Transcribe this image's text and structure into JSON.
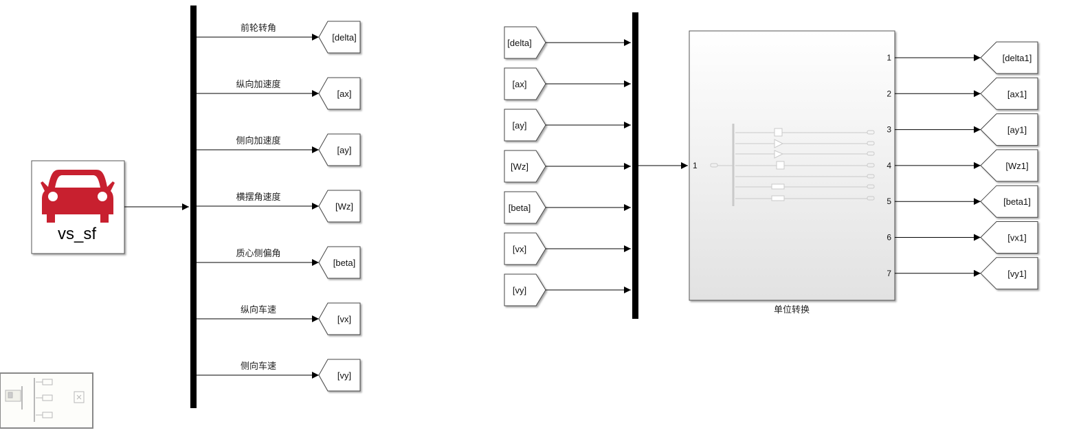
{
  "vehicle_block": {
    "label": "vs_sf",
    "icon": "car-icon",
    "icon_color": "#c8202f"
  },
  "bus1": {
    "signals": [
      {
        "label": "前轮转角",
        "tag": "[delta]"
      },
      {
        "label": "纵向加速度",
        "tag": "[ax]"
      },
      {
        "label": "侧向加速度",
        "tag": "[ay]"
      },
      {
        "label": "横摆角速度",
        "tag": "[Wz]"
      },
      {
        "label": "质心侧偏角",
        "tag": "[beta]"
      },
      {
        "label": "纵向车速",
        "tag": "[vx]"
      },
      {
        "label": "侧向车速",
        "tag": "[vy]"
      }
    ]
  },
  "bus2": {
    "inputs": [
      "[delta]",
      "[ax]",
      "[ay]",
      "[Wz]",
      "[beta]",
      "[vx]",
      "[vy]"
    ]
  },
  "subsystem": {
    "name": "单位转换",
    "input_port": "1",
    "output_ports": [
      "1",
      "2",
      "3",
      "4",
      "5",
      "6",
      "7"
    ],
    "outputs": [
      "[delta1]",
      "[ax1]",
      "[ay1]",
      "[Wz1]",
      "[beta1]",
      "[vx1]",
      "[vy1]"
    ]
  },
  "thumbnail": {
    "icon": "model-thumbnail-icon"
  }
}
